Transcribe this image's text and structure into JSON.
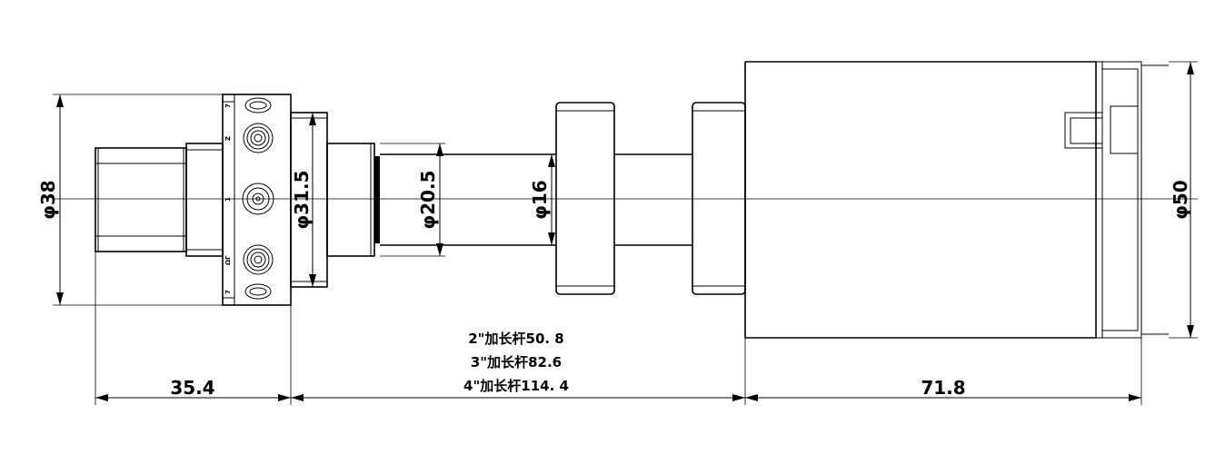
{
  "dimensions": {
    "dia_38": "φ38",
    "dia_31_5": "φ31.5",
    "dia_20_5": "φ20.5",
    "dia_16": "φ16",
    "dia_50": "φ50",
    "len_35_4": "35.4",
    "len_71_8": "71.8"
  },
  "extension_note": {
    "line1": "2\"加长杆50. 8",
    "line2": "3\"加长杆82.6",
    "line3": "4\"加长杆114. 4"
  },
  "port_labels": {
    "p1": "7",
    "p2": "Z",
    "p3": "1",
    "p4": "ΩΓ",
    "p5": "7"
  }
}
